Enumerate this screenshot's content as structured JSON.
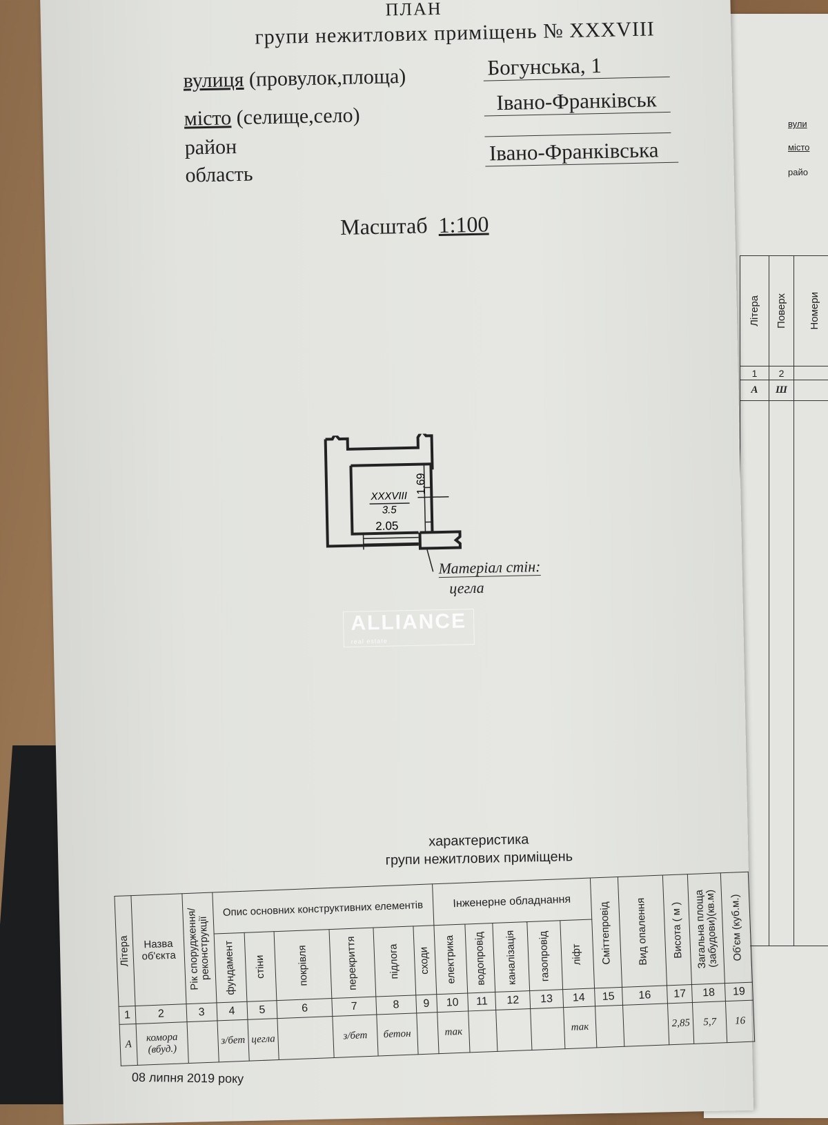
{
  "header": {
    "title_top": "ПЛАН",
    "title": "групи нежитлових приміщень № XXXVIII"
  },
  "address": {
    "street_label": "вулиця",
    "street_hint": "(провулок,площа)",
    "street_value": "Богунська, 1",
    "city_label": "місто",
    "city_hint": "(селище,село)",
    "city_value": "Івано-Франківськ",
    "district_label": "район",
    "district_value": "",
    "region_label": "область",
    "region_value": "Івано-Франківська"
  },
  "scale": {
    "label": "Масштаб",
    "value": "1:100"
  },
  "plan": {
    "room_number": "XXXVIII",
    "room_area": "3.5",
    "width_dim": "2.05",
    "height_dim": "1.69",
    "wall_material_label": "Матеріал стін:",
    "wall_material": "цегла"
  },
  "watermark": {
    "brand": "ALLIANCE",
    "sub": "real estate"
  },
  "table": {
    "title1": "характеристика",
    "title2": "групи нежитлових приміщень",
    "group_construction": "Опис основних конструктивних елементів",
    "group_engineering": "Інженерне обладнання",
    "columns": [
      "Літера",
      "Назва об'єкта",
      "Рік спорудження/ реконструкції",
      "фундамент",
      "стіни",
      "покрівля",
      "перекриття",
      "підлога",
      "сходи",
      "електрика",
      "водопровід",
      "каналізація",
      "газопровід",
      "ліфт",
      "Сміттепровід",
      "Вид опалення",
      "Висота ( м )",
      "Загальна площа (забудови)(кв.м)",
      "Об'єм (куб.м.)"
    ],
    "numbers": [
      "1",
      "2",
      "3",
      "4",
      "5",
      "6",
      "7",
      "8",
      "9",
      "10",
      "11",
      "12",
      "13",
      "14",
      "15",
      "16",
      "17",
      "18",
      "19"
    ],
    "row": [
      "А",
      "комора (вбуд.)",
      "",
      "з/бет",
      "цегла",
      "",
      "з/бет",
      "бетон",
      "",
      "так",
      "",
      "",
      "",
      "так",
      "",
      "",
      "2,85",
      "5,7",
      "16"
    ]
  },
  "date": "08 липня 2019 року",
  "right_page": {
    "lines": [
      "вули",
      "місто",
      "райо"
    ],
    "table_headers": [
      "Літера",
      "Поверх",
      "Номери"
    ],
    "numbers": [
      "1",
      "2"
    ],
    "row": [
      "А",
      "Ш"
    ]
  }
}
